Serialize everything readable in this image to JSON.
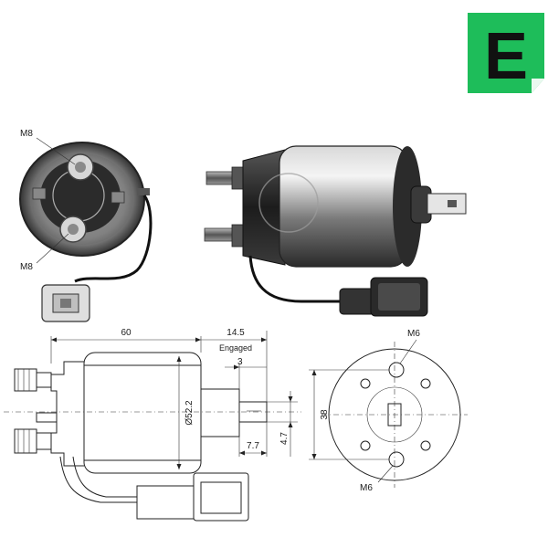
{
  "brand": {
    "logo_letter": "E",
    "logo_color": "#1ebd5a",
    "logo_fg": "#111111"
  },
  "photo": {
    "label_top": "M8",
    "label_bottom": "M8"
  },
  "drawing": {
    "length_label": "60",
    "stroke_label": "14.5",
    "stroke_note": "Engaged",
    "plunger_offset_label": "3",
    "diameter_label": "Ø52.2",
    "tip_length_label": "7.7",
    "tip_width_label": "4.7",
    "flange_height_label": "38",
    "thread_top_label": "M6",
    "thread_bottom_label": "M6"
  }
}
